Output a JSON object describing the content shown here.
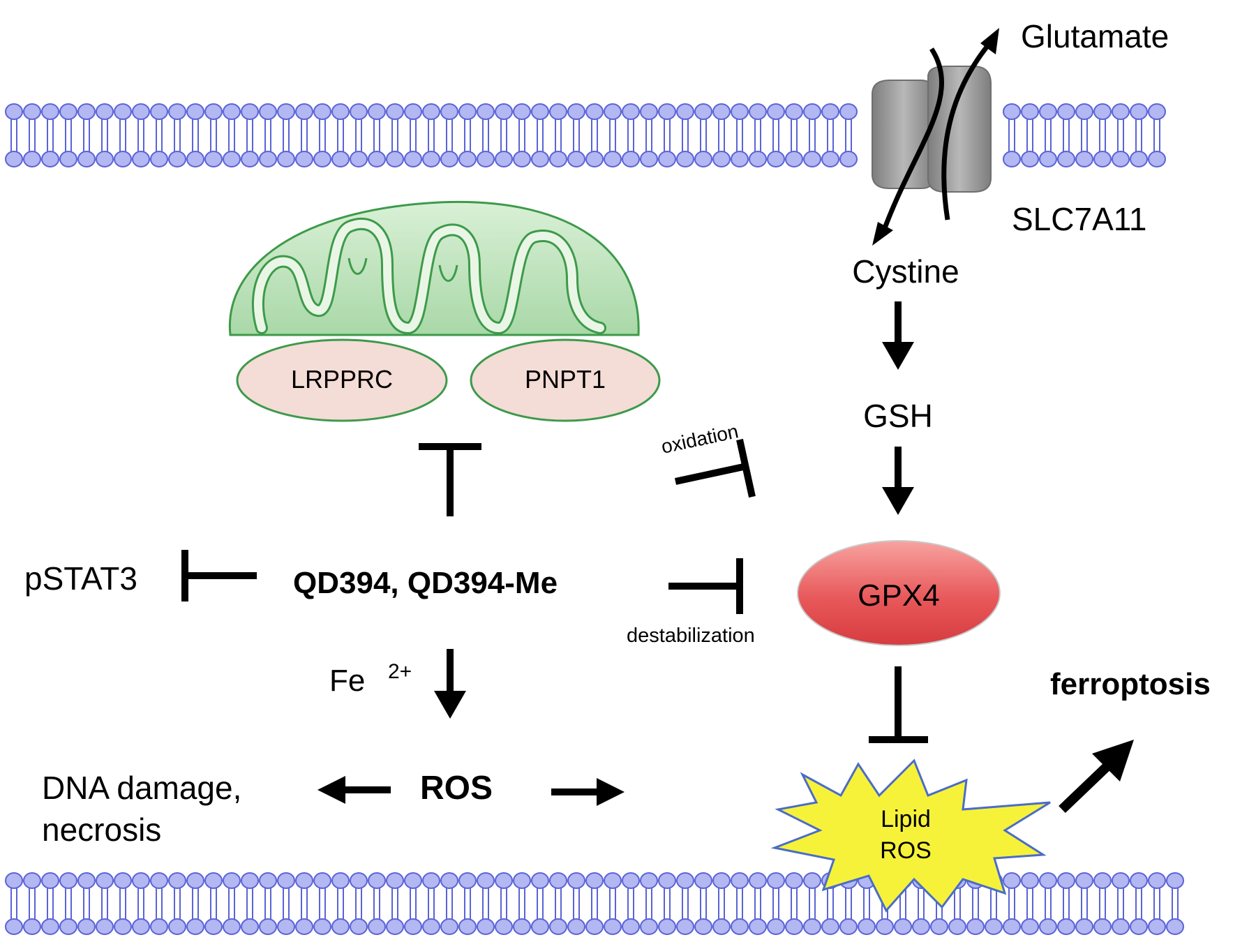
{
  "labels": {
    "glutamate": "Glutamate",
    "slc7a11": "SLC7A11",
    "cystine": "Cystine",
    "gsh": "GSH",
    "gpx4": "GPX4",
    "lrpprc": "LRPPRC",
    "pnpt1": "PNPT1",
    "oxidation": "oxidation",
    "destabilization": "destabilization",
    "drug": "QD394, QD394-Me",
    "pstat3": "pSTAT3",
    "fe": "Fe",
    "fe_charge": "2+",
    "ros": "ROS",
    "dna_damage_line1": "DNA damage,",
    "dna_damage_line2": "necrosis",
    "ferroptosis": "ferroptosis",
    "lipid_ros_line1": "Lipid",
    "lipid_ros_line2": "ROS"
  },
  "colors": {
    "membrane_fill": "#b3b7f2",
    "membrane_stroke": "#5a63d6",
    "mitochondria_fill": "#c4e6c3",
    "mitochondria_stroke": "#3d9a4a",
    "mitochondria_inner": "#e9f6e6",
    "protein_oval_fill": "#f4dcd7",
    "transporter_fill": "#9a9a9a",
    "gpx4_fill": "#e8585a",
    "lipid_ros_fill": "#f6f23a",
    "lipid_ros_stroke": "#4a6cc8"
  },
  "icons": {
    "membrane": "lipid-bilayer-icon",
    "transporter": "slc7a11-transporter-icon",
    "mitochondrion": "mitochondrion-icon",
    "burst": "starburst-icon"
  }
}
